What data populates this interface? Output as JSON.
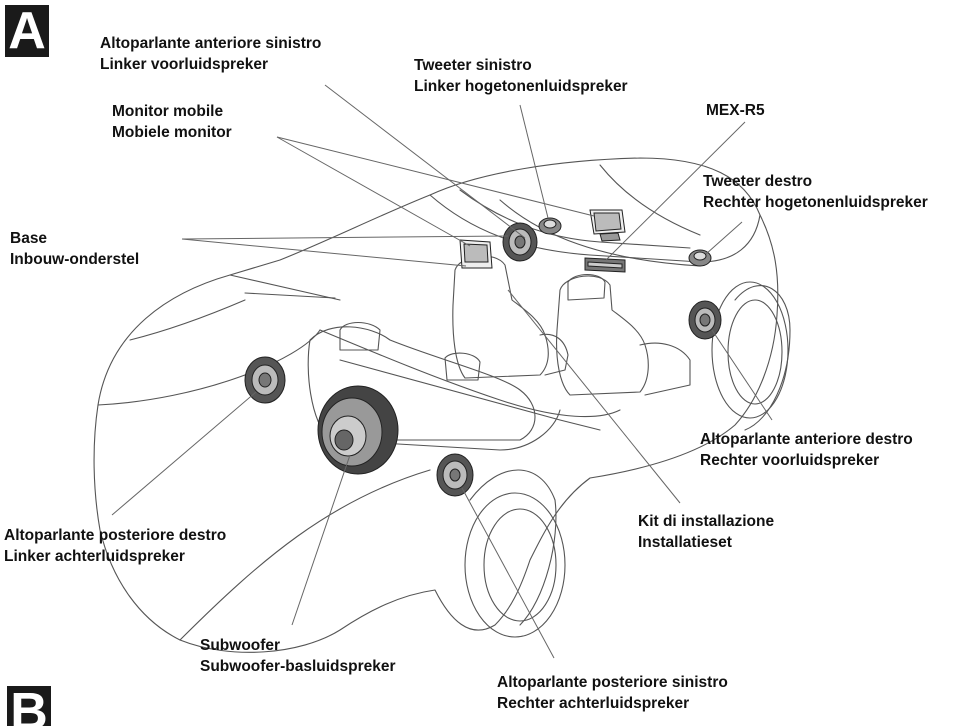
{
  "figure": {
    "badge_a": "A",
    "badge_b": "B"
  },
  "labels": {
    "front_left": {
      "it": "Altoparlante anteriore sinistro",
      "nl": "Linker voorluidspreker"
    },
    "tweeter_left": {
      "it": "Tweeter sinistro",
      "nl": "Linker hogetonenluidspreker"
    },
    "mex": {
      "text": "MEX-R5"
    },
    "monitor": {
      "it": "Monitor mobile",
      "nl": "Mobiele monitor"
    },
    "tweeter_right": {
      "it": "Tweeter destro",
      "nl": "Rechter hogetonenluidspreker"
    },
    "base": {
      "it": "Base",
      "nl": "Inbouw-onderstel"
    },
    "front_right": {
      "it": "Altoparlante anteriore destro",
      "nl": "Rechter voorluidspreker"
    },
    "kit": {
      "it": "Kit di installazione",
      "nl": "Installatieset"
    },
    "rear_right": {
      "it": "Altoparlante posteriore destro",
      "nl": "Linker achterluidspreker"
    },
    "subwoofer": {
      "it": "Subwoofer",
      "nl": "Subwoofer-basluidspreker"
    },
    "rear_left": {
      "it": "Altoparlante posteriore sinistro",
      "nl": "Rechter achterluidspreker"
    }
  }
}
